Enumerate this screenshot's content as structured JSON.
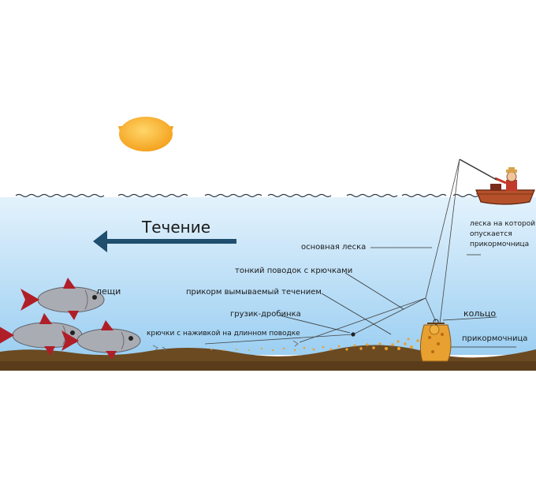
{
  "diagram": {
    "current_label": "Течение",
    "labels": {
      "fish": "лещи",
      "main_line": "основная леска",
      "feeder_line": "леска на которой опускается прикормочница",
      "thin_leader": "тонкий поводок с крючками",
      "bait_washed": "прикорм вымываемый течением",
      "sinker": "грузик-дробинка",
      "ring": "кольцо",
      "feeder": "прикормочница",
      "hooks": "крючки с наживкой на длинном поводке"
    },
    "colors": {
      "water_top": "#d8ecfa",
      "water_bottom": "#9fd0f2",
      "bottom_mud": "#6b4a22",
      "bait": "#e8a030",
      "sun": "#f9b42a",
      "arrow": "#1f4e6e",
      "boat": "#b5512a",
      "fish_body": "#a9acb2",
      "fish_fin": "#b01e28"
    },
    "icons": [
      "sun-icon",
      "boat-icon",
      "fisherman-icon",
      "fish-icon",
      "feeder-icon",
      "arrow-left-icon"
    ]
  }
}
